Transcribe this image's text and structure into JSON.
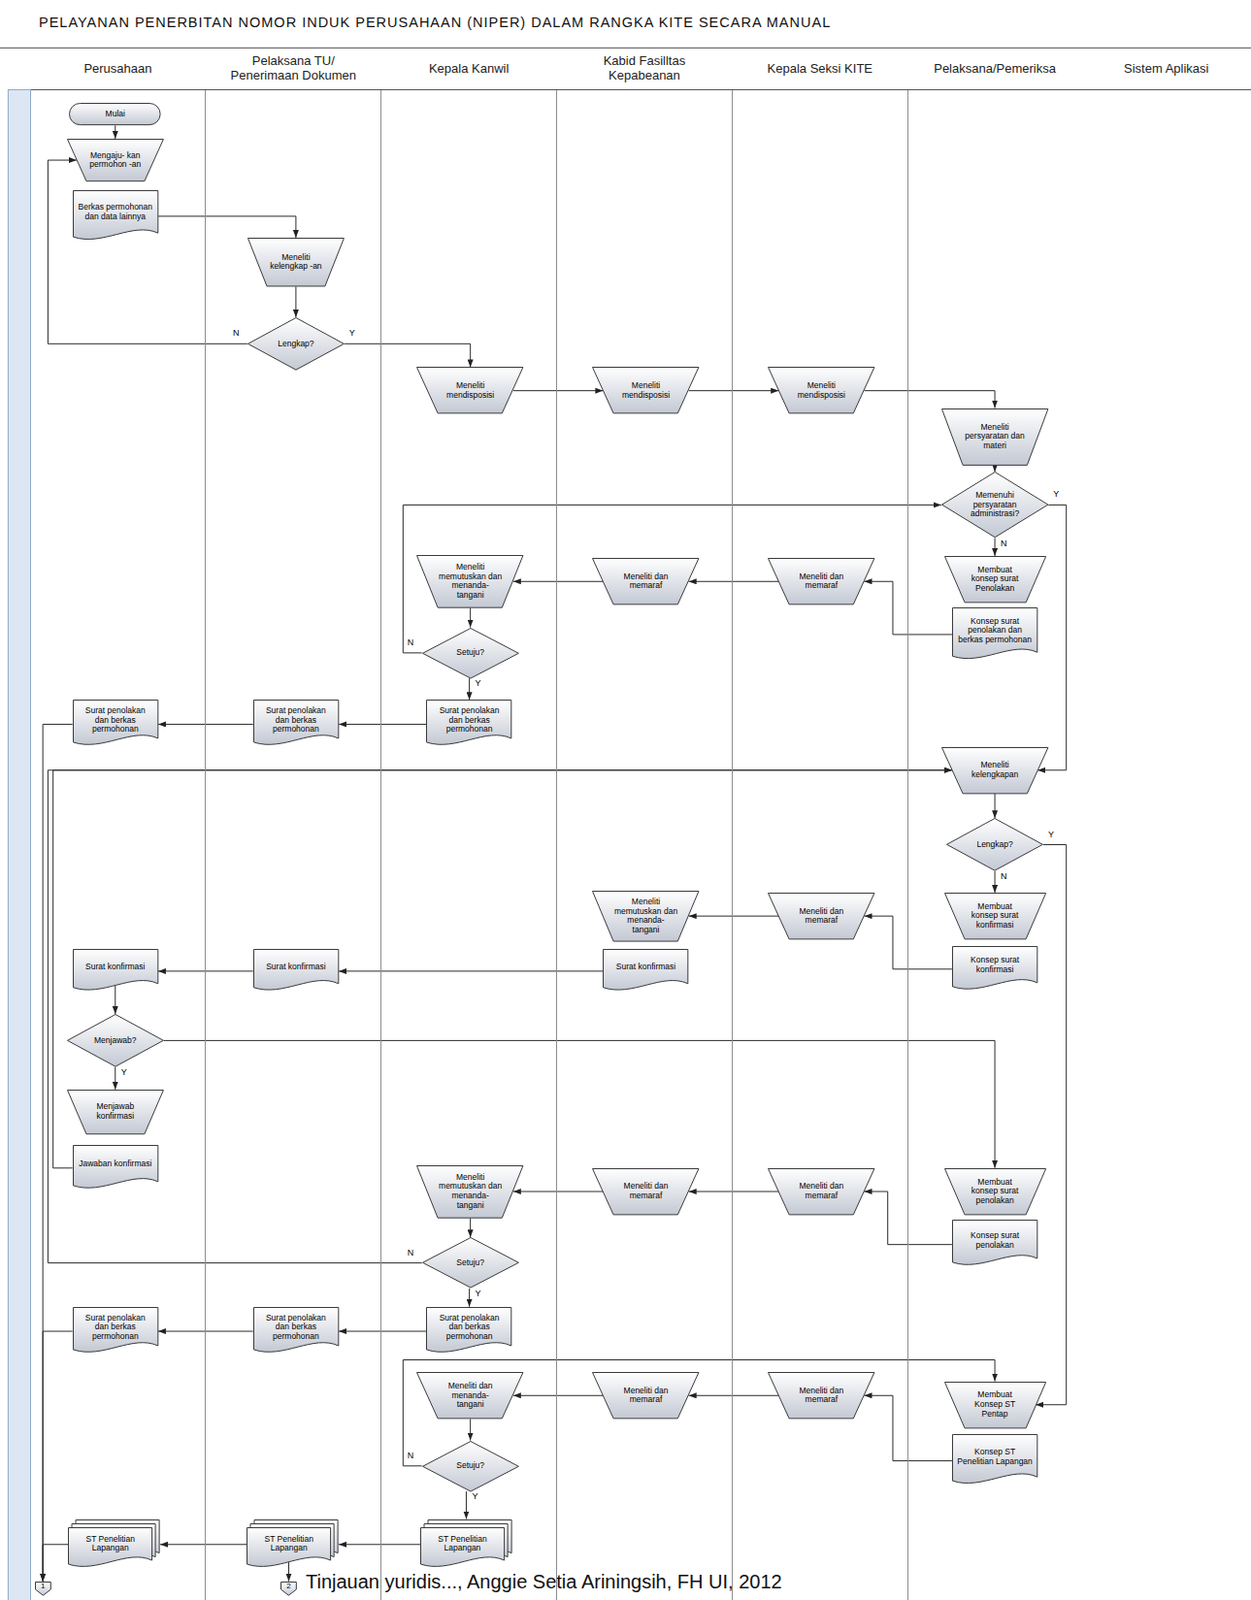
{
  "diagram": {
    "title": "PELAYANAN PENERBITAN NOMOR INDUK PERUSAHAAN (NIPER) DALAM RANGKA KITE SECARA MANUAL",
    "caption": "Tinjauan yuridis..., Anggie Setia Ariningsih, FH UI, 2012",
    "nodes": [
      {
        "text": [
          "Perusahaan"
        ]
      },
      {
        "text": [
          "Pelaksana TU/ Penerimaan Dokumen"
        ]
      },
      {
        "text": [
          "Kepala Kanwil"
        ]
      },
      {
        "text": [
          "Kabid Fasilltas Kepabeanan"
        ]
      },
      {
        "text": [
          "Kepala Seksi KITE"
        ]
      },
      {
        "text": [
          "Pelaksana/Pemeriksa"
        ]
      },
      {
        "text": [
          "Sistem Aplikasi"
        ]
      },
      {
        "text": [
          "Mulai"
        ],
        "in": 0
      },
      {
        "text": [
          "Mengaju- kan permohon -an"
        ],
        "in": 0
      },
      {
        "text": [
          "Berkas permohonan dan data lainnya"
        ],
        "in": 0
      },
      {
        "text": [
          "Meneliti kelengkap -an"
        ],
        "in": 1
      },
      {
        "text": [
          "Lengkap?"
        ],
        "in": 1
      },
      {
        "text": [
          "Meneliti mendisposisi"
        ],
        "in": 2
      },
      {
        "text": [
          "Meneliti mendisposisi"
        ],
        "in": 3
      },
      {
        "text": [
          "Meneliti mendisposisi"
        ],
        "in": 4
      },
      {
        "text": [
          "Meneliti persyaratan dan materi"
        ],
        "in": 5
      },
      {
        "text": [
          "Memenuhi persyaratan administrasi?"
        ],
        "in": 5
      },
      {
        "text": [
          "Membuat konsep surat Penolakan"
        ],
        "in": 5
      },
      {
        "text": [
          "Konsep surat penolakan dan berkas permohonan"
        ],
        "in": 5
      },
      {
        "text": [
          "Meneliti dan memaraf"
        ],
        "in": 4
      },
      {
        "text": [
          "Meneliti dan memaraf"
        ],
        "in": 3
      },
      {
        "text": [
          "Meneliti memutuskan dan menanda- tangani"
        ],
        "in": 2
      },
      {
        "text": [
          "Setuju?"
        ],
        "in": 2
      },
      {
        "text": [
          "Surat penolakan dan berkas permohonan"
        ],
        "in": 2
      },
      {
        "text": [
          "Surat penolakan dan berkas permohonan"
        ],
        "in": 1
      },
      {
        "text": [
          "Surat penolakan dan berkas permohonan"
        ],
        "in": 0
      },
      {
        "text": [
          "Meneliti kelengkapan"
        ],
        "in": 5
      },
      {
        "text": [
          "Lengkap?"
        ],
        "in": 5
      },
      {
        "text": [
          "Membuat konsep surat konfirmasi"
        ],
        "in": 5
      },
      {
        "text": [
          "Konsep surat konfirmasi"
        ],
        "in": 5
      },
      {
        "text": [
          "Meneliti dan memaraf"
        ],
        "in": 4
      },
      {
        "text": [
          "Meneliti memutuskan dan menanda- tangani"
        ],
        "in": 3
      },
      {
        "text": [
          "Surat konfirmasi"
        ],
        "in": 3
      },
      {
        "text": [
          "Surat konfirmasi"
        ],
        "in": 1
      },
      {
        "text": [
          "Surat konfirmasi"
        ],
        "in": 0
      },
      {
        "text": [
          "Menjawab?"
        ],
        "in": 0
      },
      {
        "text": [
          "Menjawab konfirmasi"
        ],
        "in": 0
      },
      {
        "text": [
          "Jawaban konfirmasi"
        ],
        "in": 0
      },
      {
        "text": [
          "Membuat konsep surat penolakan"
        ],
        "in": 5
      },
      {
        "text": [
          "Konsep surat penolakan"
        ],
        "in": 5
      },
      {
        "text": [
          "Meneliti dan memaraf"
        ],
        "in": 4
      },
      {
        "text": [
          "Meneliti dan memaraf"
        ],
        "in": 3
      },
      {
        "text": [
          "Meneliti memutuskan dan menanda- tangani"
        ],
        "in": 2
      },
      {
        "text": [
          "Setuju?"
        ],
        "in": 2
      },
      {
        "text": [
          "Surat penolakan dan berkas permohonan"
        ],
        "in": 2
      },
      {
        "text": [
          "Surat penolakan dan berkas permohonan"
        ],
        "in": 1
      },
      {
        "text": [
          "Surat penolakan dan berkas permohonan"
        ],
        "in": 0
      },
      {
        "text": [
          "Membuat Konsep ST Pentap"
        ],
        "in": 5
      },
      {
        "text": [
          "Konsep ST Penelitian Lapangan"
        ],
        "in": 5
      },
      {
        "text": [
          "Meneliti dan memaraf"
        ],
        "in": 4
      },
      {
        "text": [
          "Meneliti dan memaraf"
        ],
        "in": 3
      },
      {
        "text": [
          "Meneliti dan menanda- tangani"
        ],
        "in": 2
      },
      {
        "text": [
          "Setuju?"
        ],
        "in": 2
      },
      {
        "text": [
          "ST Penelitian Lapangan"
        ],
        "in": 2
      },
      {
        "text": [
          "ST Penelitian Lapangan"
        ],
        "in": 1
      },
      {
        "text": [
          "ST Penelitian Lapangan"
        ],
        "in": 0
      },
      {
        "text": [
          "1"
        ],
        "in": 0
      },
      {
        "text": [
          "2"
        ],
        "in": 1
      }
    ],
    "edges": [
      {
        "from": 7,
        "to": 8,
        "arrow": "to"
      },
      {
        "from": 9,
        "to": 10,
        "arrow": "to"
      },
      {
        "from": 10,
        "to": 11,
        "arrow": "to"
      },
      {
        "from": 11,
        "to": 8,
        "arrow": "to",
        "label": "N"
      },
      {
        "from": 11,
        "to": 12,
        "arrow": "to",
        "label": "Y"
      },
      {
        "from": 12,
        "to": 13,
        "arrow": "to"
      },
      {
        "from": 13,
        "to": 14,
        "arrow": "to"
      },
      {
        "from": 14,
        "to": 15,
        "arrow": "to"
      },
      {
        "from": 15,
        "to": 16,
        "arrow": "to"
      },
      {
        "from": 16,
        "to": 17,
        "arrow": "to",
        "label": "N"
      },
      {
        "from": 18,
        "to": 19,
        "arrow": "to"
      },
      {
        "from": 19,
        "to": 20,
        "arrow": "to"
      },
      {
        "from": 20,
        "to": 21,
        "arrow": "to"
      },
      {
        "from": 21,
        "to": 22,
        "arrow": "to"
      },
      {
        "from": 22,
        "to": 16,
        "arrow": "to",
        "label": "N"
      },
      {
        "from": 22,
        "to": 23,
        "arrow": "to",
        "label": "Y"
      },
      {
        "from": 23,
        "to": 24,
        "arrow": "to"
      },
      {
        "from": 24,
        "to": 25,
        "arrow": "to"
      },
      {
        "from": 16,
        "to": 26,
        "arrow": "to",
        "label": "Y"
      },
      {
        "from": 26,
        "to": 27,
        "arrow": "to"
      },
      {
        "from": 27,
        "to": 28,
        "arrow": "to",
        "label": "N"
      },
      {
        "from": 27,
        "to": 47,
        "arrow": "to",
        "label": "Y"
      },
      {
        "from": 29,
        "to": 30,
        "arrow": "to"
      },
      {
        "from": 30,
        "to": 31,
        "arrow": "to"
      },
      {
        "from": 32,
        "to": 33,
        "arrow": "to"
      },
      {
        "from": 33,
        "to": 34,
        "arrow": "to"
      },
      {
        "from": 34,
        "to": 35,
        "arrow": "to"
      },
      {
        "from": 35,
        "to": 36,
        "arrow": "to",
        "label": "Y"
      },
      {
        "from": 35,
        "to": 38,
        "arrow": "to"
      },
      {
        "from": 37,
        "to": 26,
        "arrow": "to"
      },
      {
        "from": 39,
        "to": 40,
        "arrow": "to"
      },
      {
        "from": 40,
        "to": 41,
        "arrow": "to"
      },
      {
        "from": 41,
        "to": 42,
        "arrow": "to"
      },
      {
        "from": 42,
        "to": 43,
        "arrow": "to"
      },
      {
        "from": 43,
        "to": 44,
        "arrow": "to",
        "label": "Y"
      },
      {
        "from": 43,
        "to": 26,
        "arrow": "to",
        "label": "N"
      },
      {
        "from": 44,
        "to": 45,
        "arrow": "to"
      },
      {
        "from": 45,
        "to": 46,
        "arrow": "to"
      },
      {
        "from": 46,
        "to": 56,
        "arrow": "to"
      },
      {
        "from": 48,
        "to": 49,
        "arrow": "to"
      },
      {
        "from": 49,
        "to": 50,
        "arrow": "to"
      },
      {
        "from": 50,
        "to": 51,
        "arrow": "to"
      },
      {
        "from": 51,
        "to": 52,
        "arrow": "to"
      },
      {
        "from": 52,
        "to": 47,
        "arrow": "to",
        "label": "N"
      },
      {
        "from": 52,
        "to": 53,
        "arrow": "to",
        "label": "Y"
      },
      {
        "from": 53,
        "to": 54,
        "arrow": "to"
      },
      {
        "from": 54,
        "to": 55,
        "arrow": "to"
      },
      {
        "from": 55,
        "to": 56,
        "arrow": "to"
      },
      {
        "from": 25,
        "to": 56,
        "arrow": "to"
      },
      {
        "from": 54,
        "to": 57,
        "arrow": "to"
      }
    ]
  }
}
